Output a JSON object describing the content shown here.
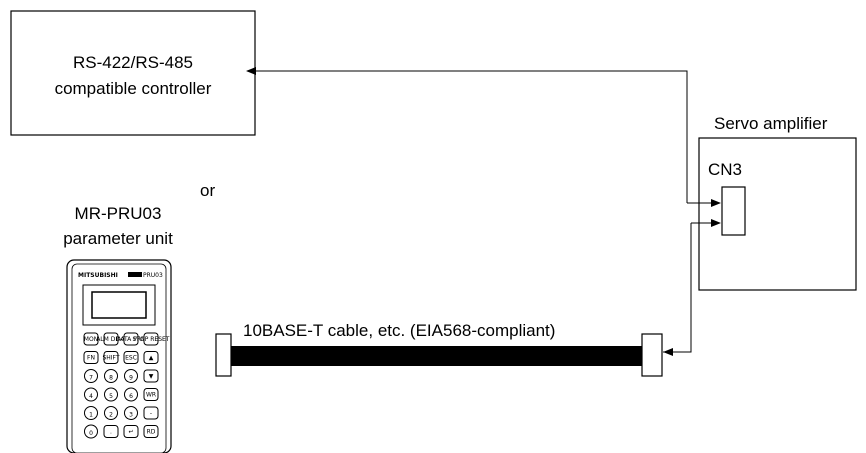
{
  "controller": {
    "line1": "RS-422/RS-485",
    "line2": "compatible controller"
  },
  "or_label": "or",
  "parameter_unit": {
    "line1": "MR-PRU03",
    "line2": "parameter unit",
    "brand_text": "MITSUBISHI",
    "model_text": "PRU03",
    "keys": [
      [
        "MON",
        "ALM DIAG",
        "DATA PRM",
        "STOP RESET"
      ],
      [
        "FN",
        "SHIFT",
        "ESC",
        "▲"
      ],
      [
        "7",
        "8",
        "9",
        "▼"
      ],
      [
        "4",
        "5",
        "6",
        "WR"
      ],
      [
        "1",
        "2",
        "3",
        "-"
      ],
      [
        "0",
        ".",
        "↵",
        "RD"
      ]
    ]
  },
  "servo_amplifier": {
    "title": "Servo amplifier",
    "connector": "CN3"
  },
  "cable_label": "10BASE-T cable, etc. (EIA568-compliant)"
}
